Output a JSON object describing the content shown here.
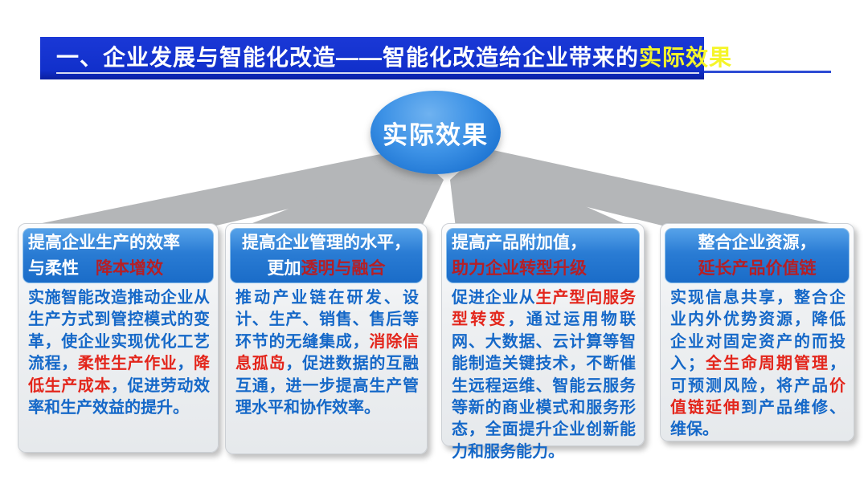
{
  "title": {
    "main": "一、企业发展与智能化改造——智能化改造给企业带来的",
    "highlight": "实际效果"
  },
  "bubble": {
    "label": "实际效果"
  },
  "colors": {
    "title_bar_blue": "#1130cb",
    "title_highlight_yellow": "#f5f52a",
    "header_blue": "#2a7cd4",
    "header_accent_red": "#b51f26",
    "body_text_blue": "#1568c8",
    "body_accent_red": "#e3261c",
    "beam_gray": "#b4b6b8"
  },
  "boxes": [
    {
      "header_white": "提高企业生产的效率\n与柔性　",
      "header_red": "降本增效",
      "body": [
        {
          "t": "实施智能改造推动企业从生产方式到管控模式的变革，使企业实现优化工艺流程，"
        },
        {
          "t": "柔性生产作业"
        },
        {
          "t": "，"
        },
        {
          "t": "降低生产成本"
        },
        {
          "t": "，促进劳动效率和生产效益的提升。"
        }
      ]
    },
    {
      "header_white": "提高企业管理的水平，\n更加",
      "header_red": "透明与融合",
      "body": [
        {
          "t": "推动产业链在研发、设计、生产、销售、售后等环节的无缝集成，"
        },
        {
          "t": "消除信息孤岛"
        },
        {
          "t": "，促进数据的互融互通，进一步提高生产管理水平和协作效率。"
        }
      ]
    },
    {
      "header_white": "提高产品附加值，\n",
      "header_red": "助力企业转型升级",
      "body": [
        {
          "t": "促进企业从"
        },
        {
          "t": "生产型向服务型转变"
        },
        {
          "t": "，通过运用物联网、大数据、云计算等智能制造关键技术，不断催生远程运维、智能云服务等新的商业模式和服务形态，全面提升企业创新能力和服务能力。"
        }
      ]
    },
    {
      "header_white": "整合企业资源，\n",
      "header_red": "延长产品价值链",
      "body": [
        {
          "t": "实现信息共享，整合企业内外优势资源，降低企业对固定资产的而投入；"
        },
        {
          "t": "全生命周期管理"
        },
        {
          "t": "，可预测风险，将产品"
        },
        {
          "t": "价值链延伸"
        },
        {
          "t": "到产品维修、维保。"
        }
      ]
    }
  ]
}
